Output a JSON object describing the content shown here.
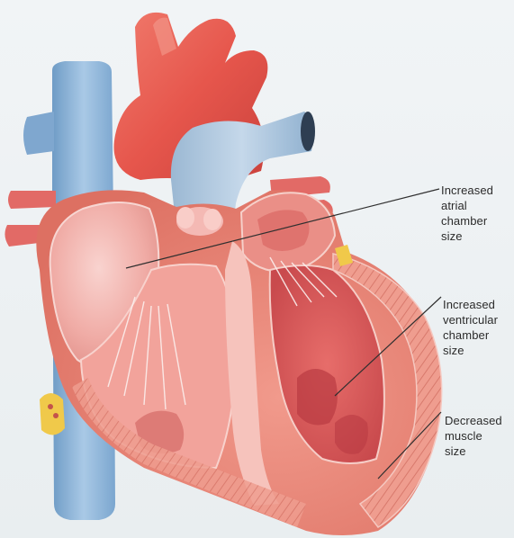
{
  "labels": {
    "atrial": {
      "line1": "Increased",
      "line2": "atrial",
      "line3": "chamber",
      "line4": "size"
    },
    "ventricular": {
      "line1": "Increased",
      "line2": "ventricular",
      "line3": "chamber",
      "line4": "size"
    },
    "muscle": {
      "line1": "Decreased",
      "line2": "muscle",
      "line3": "size"
    }
  },
  "colors": {
    "background": "#eef2f4",
    "vein_blue": "#8fb4d6",
    "artery_red": "#e0574f",
    "chamber_pink": "#f2b1ad",
    "muscle_red": "#e47f74",
    "leader_line": "#2f2f2f"
  }
}
